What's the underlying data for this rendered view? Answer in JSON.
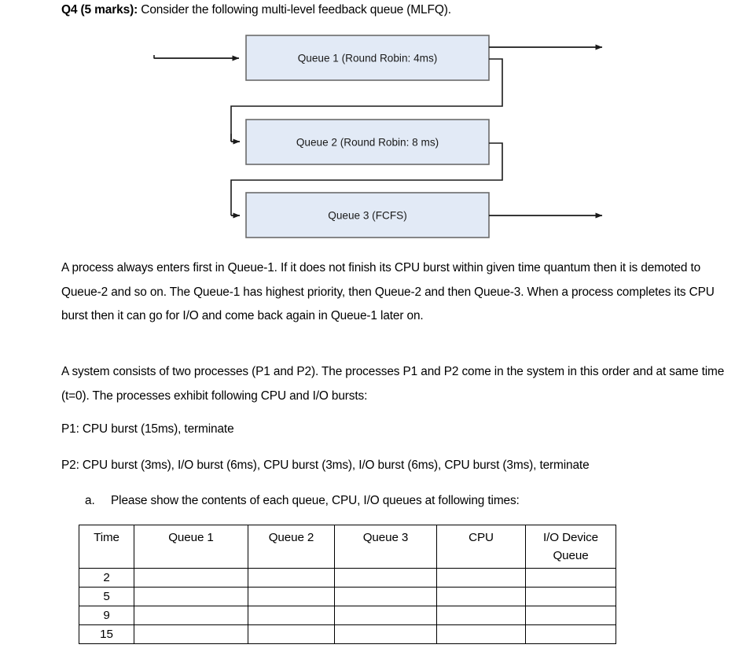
{
  "question": {
    "label": "Q4 (5 marks):",
    "text": " Consider the following multi-level feedback queue (MLFQ)."
  },
  "diagram": {
    "name": "mlfq-diagram",
    "box_fill": "#e2eaf6",
    "box_stroke": "#6b6b6b",
    "line_color": "#1a1a1a",
    "queues": [
      {
        "id": "queue-1",
        "label": "Queue 1 (Round Robin: 4ms)"
      },
      {
        "id": "queue-2",
        "label": "Queue 2 (Round Robin: 8 ms)"
      },
      {
        "id": "queue-3",
        "label": "Queue 3 (FCFS)"
      }
    ]
  },
  "paragraphs": {
    "mlfq_rules": "A process always enters first in Queue-1. If it does not finish its CPU burst within given time quantum then it is demoted to Queue-2 and so on. The Queue-1 has highest priority, then Queue-2 and then Queue-3. When a process completes its CPU burst then it can go for I/O and come back again in Queue-1 later on.",
    "system": "A system consists of two processes (P1 and P2). The processes P1 and P2 come in the system in this order and at same time (t=0).  The processes exhibit following CPU and I/O bursts:",
    "p1": "P1: CPU burst (15ms), terminate",
    "p2": "P2: CPU burst (3ms), I/O burst (6ms), CPU burst (3ms), I/O burst (6ms), CPU burst (3ms), terminate"
  },
  "sub_question_a": {
    "marker": "a.",
    "text": "Please show the contents of each queue, CPU, I/O queues at following times:"
  },
  "table": {
    "headers": [
      "Time",
      "Queue 1",
      "Queue 2",
      "Queue 3",
      "CPU",
      "I/O Device Queue"
    ],
    "rows": [
      {
        "time": "2",
        "queue1": "",
        "queue2": "",
        "queue3": "",
        "cpu": "",
        "io": ""
      },
      {
        "time": "5",
        "queue1": "",
        "queue2": "",
        "queue3": "",
        "cpu": "",
        "io": ""
      },
      {
        "time": "9",
        "queue1": "",
        "queue2": "",
        "queue3": "",
        "cpu": "",
        "io": ""
      },
      {
        "time": "15",
        "queue1": "",
        "queue2": "",
        "queue3": "",
        "cpu": "",
        "io": ""
      }
    ]
  }
}
